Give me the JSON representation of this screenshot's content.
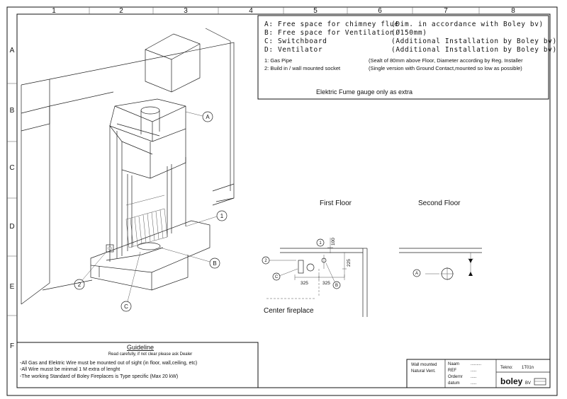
{
  "frame": {
    "columns": [
      "1",
      "2",
      "3",
      "4",
      "5",
      "6",
      "7",
      "8"
    ],
    "rows": [
      "A",
      "B",
      "C",
      "D",
      "E",
      "F"
    ]
  },
  "legend": {
    "items": [
      {
        "label": "A: Free space for chimney flue",
        "note": "(Dim. in accordance with Boley bv)"
      },
      {
        "label": "B: Free space for Ventilation",
        "note": "(Ø150mm)"
      },
      {
        "label": "C: Switchboard",
        "note": "(Additional Installation by Boley bv)"
      },
      {
        "label": "D: Ventilator",
        "note": "(Additional Installation by Boley bv)"
      }
    ],
    "numbered": [
      {
        "label": "1: Gas Pipe",
        "note": "(Sealt of 80mm above Floor, Diameter according by Reg. Installer"
      },
      {
        "label": "2: Build in / wall mounted socket",
        "note": "(Single version with Ground Contact,mounted so low as possible)"
      }
    ],
    "footer": "Elektric Fume gauge only as extra"
  },
  "drawing": {
    "callouts": [
      "A",
      "1",
      "B",
      "2",
      "C"
    ]
  },
  "plans": {
    "first_floor": {
      "title": "First Floor",
      "caption": "Center fireplace",
      "dims": [
        "100",
        "225",
        "325",
        "325"
      ],
      "callouts": [
        "1",
        "2",
        "C",
        "B"
      ]
    },
    "second_floor": {
      "title": "Second Floor",
      "callouts": [
        "A"
      ]
    }
  },
  "guideline": {
    "title": "Guideline",
    "subtitle": "Read carefully, if not clear please ask Dealer",
    "lines": [
      "-All Gas and Elektric Wire must be mounted out of sight (in floor, wall,ceiling, etc)",
      "-All Wire musst be minmal 1 M extra of lenght",
      "-The working Standard of Boley Fireplaces is Type specific (Max 20 kW)"
    ]
  },
  "title_block": {
    "description_line1": "Wall mounted",
    "description_line2": "Natural Vent.",
    "fields": [
      {
        "label": "Naam",
        "value": "........."
      },
      {
        "label": "REF",
        "value": "....."
      },
      {
        "label": "Ordernr",
        "value": "....."
      },
      {
        "label": "datum",
        "value": "....."
      }
    ],
    "tekno_label": "Tekno:",
    "tekno_value": "1T01n",
    "brand": "boley",
    "brand_suffix": "BV"
  }
}
